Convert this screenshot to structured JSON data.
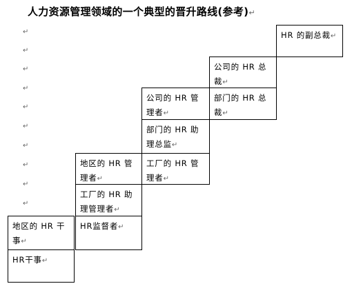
{
  "title": "人力资源管理领域的一个典型的晋升路线(参考)",
  "paragraph_mark": "↵",
  "ladder": {
    "hr_staff": "HR干事",
    "regional_hr_staff": "地区的 HR 干事",
    "hr_supervisor": "HR监督者",
    "factory_hr_assistant_manager": "工厂的 HR 助理管理者",
    "regional_hr_manager": "地区的 HR 管理者",
    "factory_hr_manager": "工厂的 HR 管理者",
    "department_hr_assistant_director": "部门的 HR 助理总监",
    "company_hr_manager": "公司的 HR 管理者",
    "department_hr_president": "部门的 HR 总裁",
    "company_hr_president": "公司的 HR 总裁",
    "hr_vice_president": "HR 的副总裁"
  }
}
